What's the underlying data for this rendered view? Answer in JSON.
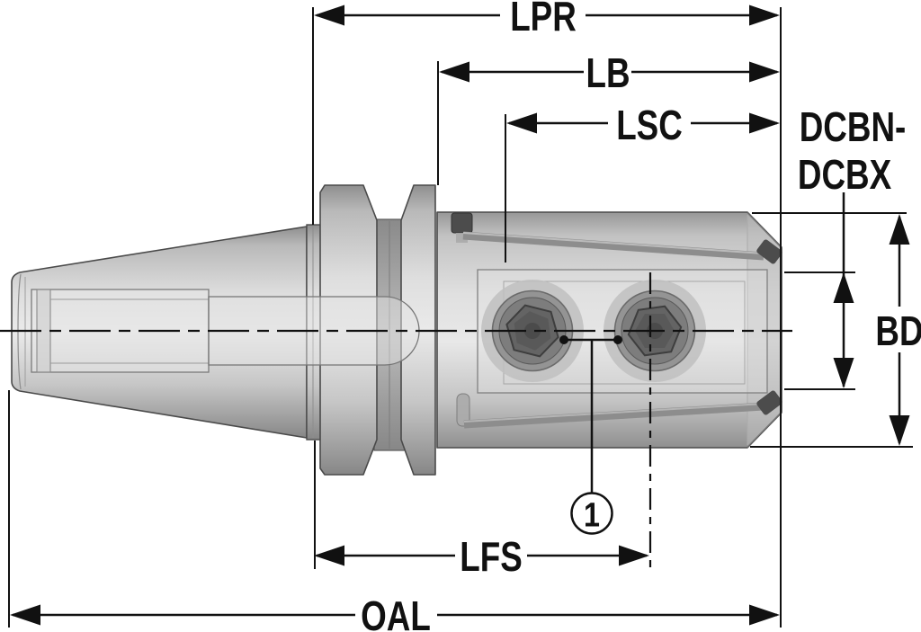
{
  "drawing": {
    "type": "technical-dimension-drawing",
    "subject": "taper shank end mill tool holder, side view with transparency",
    "colors": {
      "background": "#ffffff",
      "line": "#111111",
      "metal_light": "#e9e9e9",
      "metal_mid": "#c7c7c7",
      "metal_dark": "#8f8f8f",
      "screw_dark": "#4c4c4c"
    }
  },
  "dimension_labels": {
    "lpr": "LPR",
    "lb": "LB",
    "lsc": "LSC",
    "bore_range_line1": "DCBN-",
    "bore_range_line2": "DCBX",
    "bd": "BD",
    "lfs": "LFS",
    "oal": "OAL"
  },
  "callout": {
    "number": "1"
  }
}
